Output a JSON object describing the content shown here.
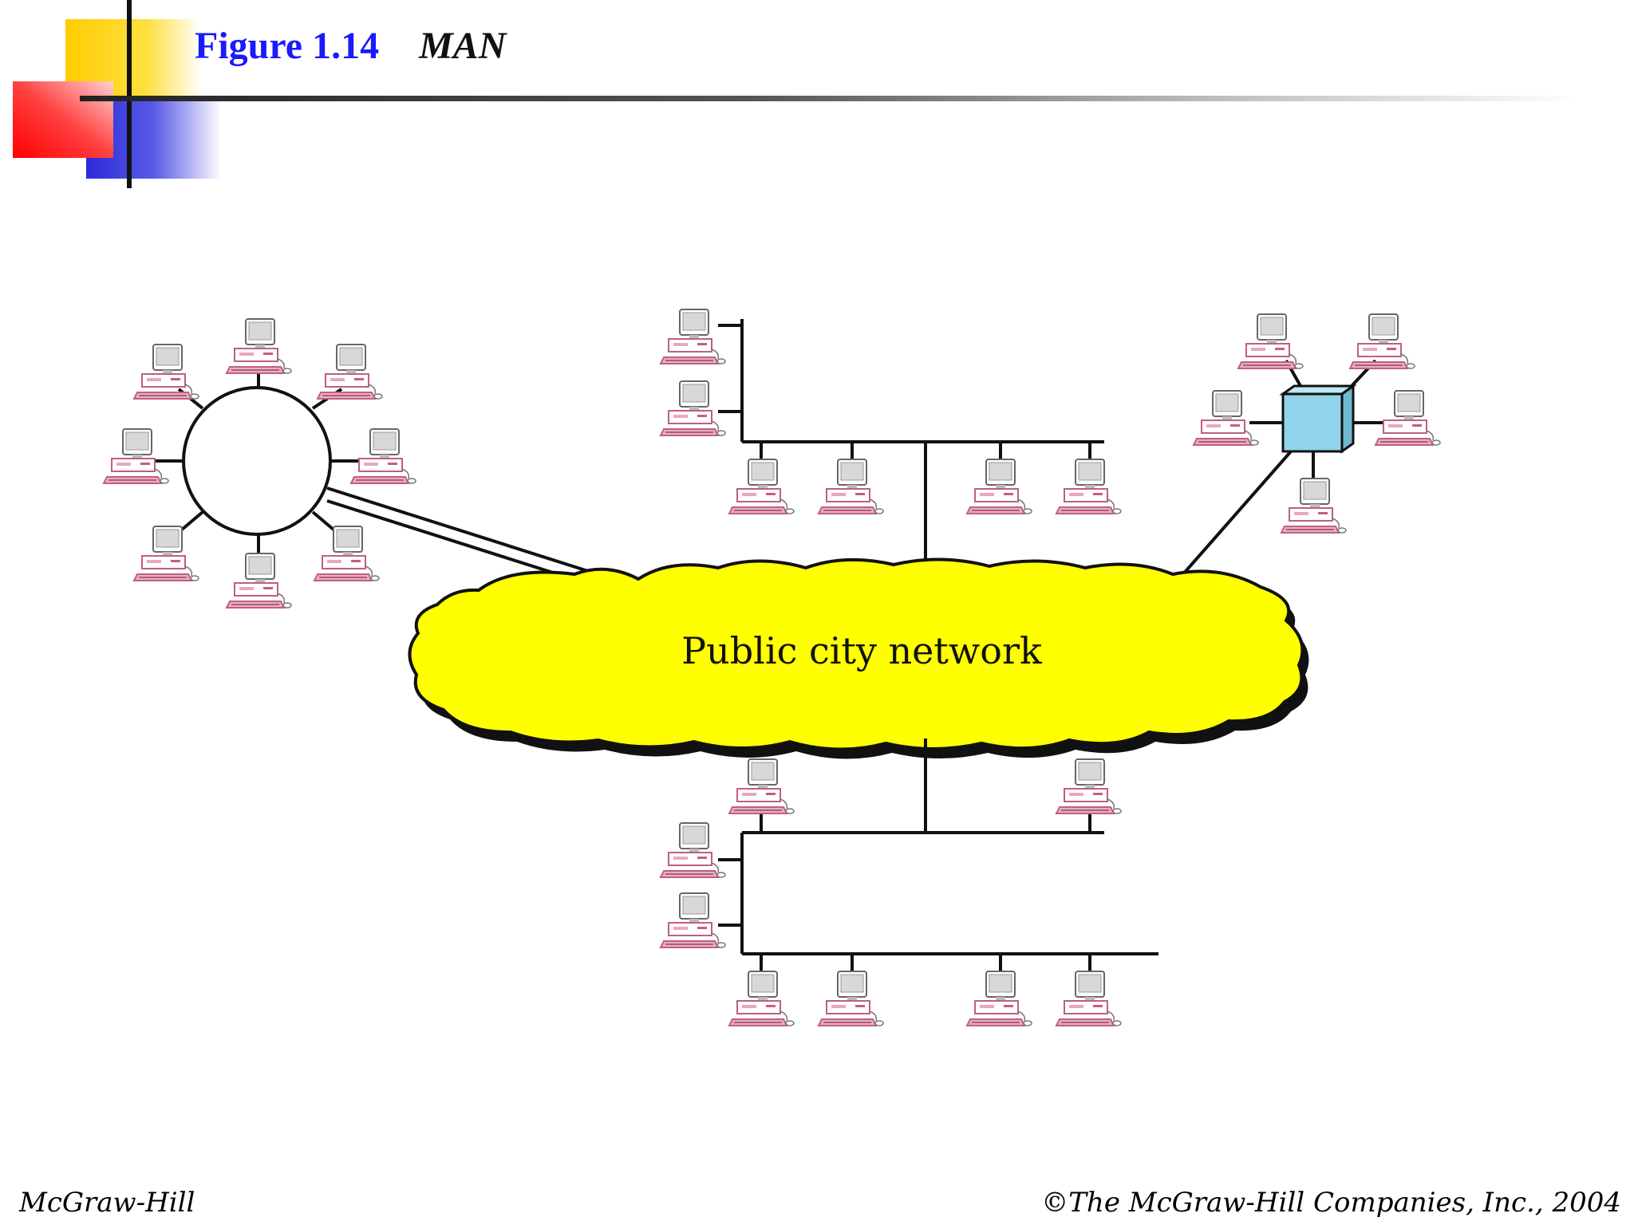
{
  "slide": {
    "figure_number": "Figure 1.14",
    "figure_title": "MAN"
  },
  "diagram": {
    "cloud_label": "Public city network"
  },
  "footer": {
    "left": "McGraw-Hill",
    "right": "©The McGraw-Hill Companies, Inc., 2004"
  },
  "colors": {
    "cloud_fill": "#ffff00",
    "hub_fill": "#8fd4e8",
    "title_blue": "#1a1aff",
    "computer_accent": "#c0607a",
    "deco_yellow": "#ffcc00",
    "deco_red": "#ff2020",
    "deco_blue": "#2a2ad8"
  }
}
